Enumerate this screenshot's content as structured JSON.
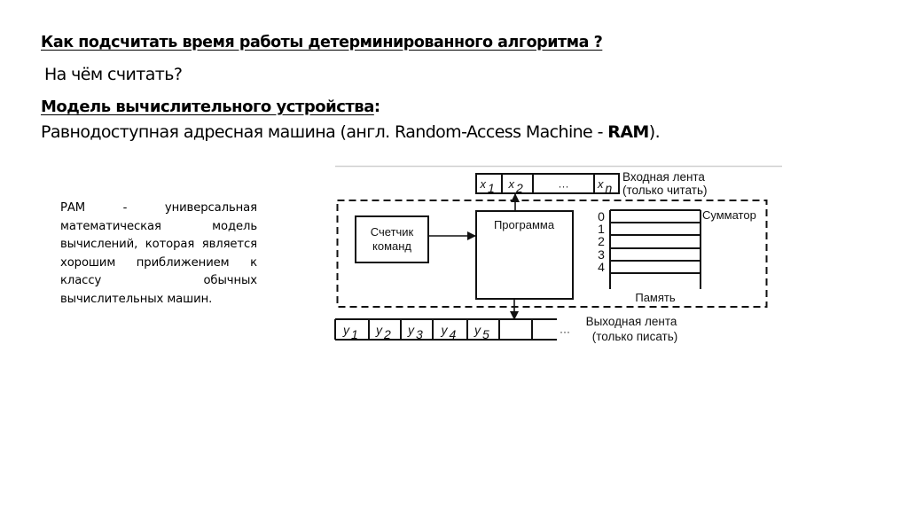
{
  "slide": {
    "title": "Как подсчитать время работы детерминированного алгоритма ?",
    "question": "На чём считать?",
    "model_heading": "Модель вычислительного устройства",
    "model_heading_colon": ":",
    "model_desc_prefix": "Равнодоступная адресная машина (англ. Random-Access Machine - ",
    "model_desc_bold": "RAM",
    "model_desc_suffix": ").",
    "paragraph": "РАМ - универсальная математическая модель вычислений, которая является хорошим приближением к классу обычных вычислительных машин."
  },
  "diagram": {
    "input_tape": {
      "cells": [
        {
          "var": "x",
          "sub": "1"
        },
        {
          "var": "x",
          "sub": "2"
        },
        {
          "var": "",
          "sub": "",
          "ellipsis": "···"
        },
        {
          "var": "x",
          "sub": "n"
        }
      ],
      "label_line1": "Входная лента",
      "label_line2": "(только читать)"
    },
    "counter_label_line1": "Счетчик",
    "counter_label_line2": "команд",
    "program_label": "Программа",
    "memory": {
      "accumulator_label": "Сумматор",
      "row_indices": [
        "0",
        "1",
        "2",
        "3",
        "4"
      ],
      "label": "Память"
    },
    "output_tape": {
      "cells": [
        {
          "var": "y",
          "sub": "1"
        },
        {
          "var": "y",
          "sub": "2"
        },
        {
          "var": "y",
          "sub": "3"
        },
        {
          "var": "y",
          "sub": "4"
        },
        {
          "var": "y",
          "sub": "5"
        },
        {
          "var": "",
          "sub": ""
        },
        {
          "var": "",
          "sub": ""
        }
      ],
      "ellipsis": "···",
      "label_line1": "Выходная лента",
      "label_line2": "(только писать)"
    }
  }
}
